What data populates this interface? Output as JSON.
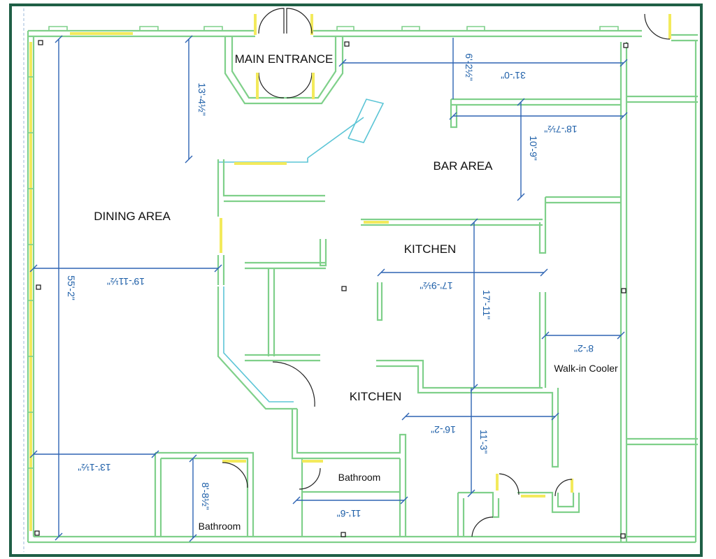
{
  "rooms": {
    "main_entrance": "MAIN ENTRANCE",
    "bar_area": "BAR AREA",
    "dining_area": "DINING AREA",
    "kitchen_upper": "KITCHEN",
    "kitchen_lower": "KITCHEN",
    "walk_in_cooler": "Walk-in Cooler",
    "bathroom_center": "Bathroom",
    "bathroom_left": "Bathroom"
  },
  "dimensions": {
    "bar_width": "31'-0\"",
    "bar_depth_top": "6'-2½\"",
    "bar_width_inner": "18'-7½\"",
    "bar_depth": "10'-9\"",
    "entrance_depth": "13'-4½\"",
    "dining_width": "19'-11½\"",
    "dining_height": "55'-2\"",
    "kitchen_width": "17'-9½\"",
    "kitchen_height": "17'-11\"",
    "cooler_width": "8'-2\"",
    "kitchen_lower_width": "16'-2\"",
    "kitchen_lower_height": "11'-3\"",
    "bath_left_width": "13'-1½\"",
    "bath_left_height": "8'-8½\"",
    "bath_center_width": "11'-6\""
  },
  "colors": {
    "frame": "#1f5f46",
    "wall": "#7fd08a",
    "dimension": "#2e64b3",
    "window": "#f3ea5c",
    "glass": "#5cc5d6"
  }
}
